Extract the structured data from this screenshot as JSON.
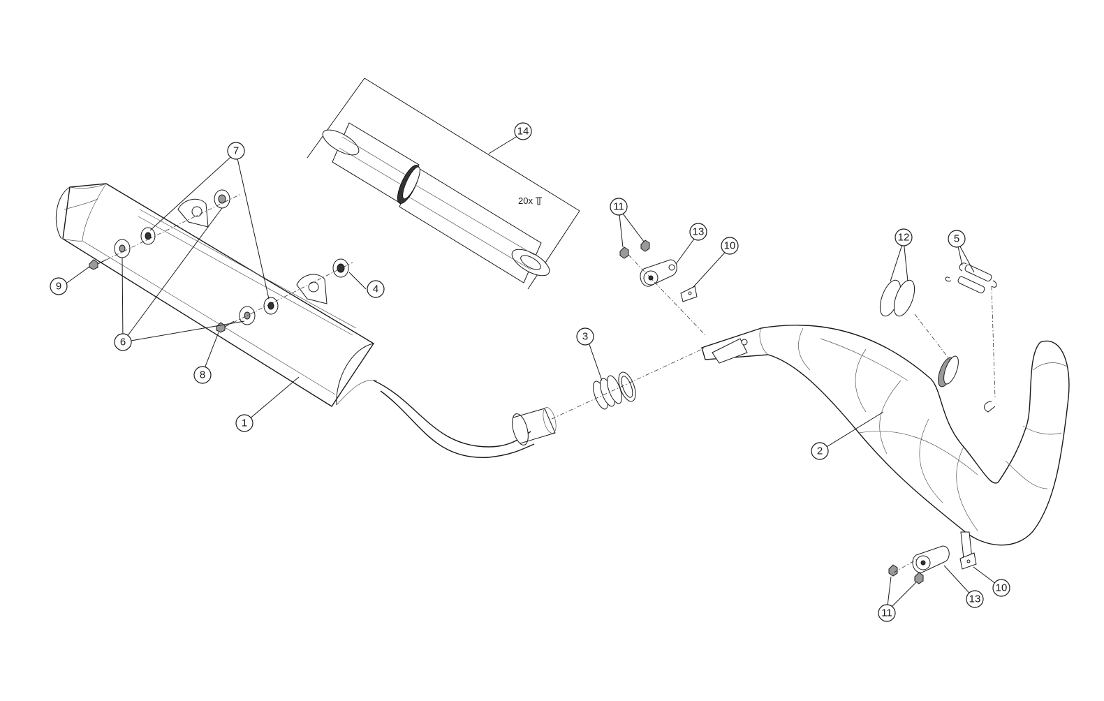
{
  "callouts": {
    "c1": "1",
    "c2": "2",
    "c3": "3",
    "c4": "4",
    "c5": "5",
    "c6": "6",
    "c7": "7",
    "c8": "8",
    "c9": "9",
    "c10a": "10",
    "c10b": "10",
    "c11a": "11",
    "c11b": "11",
    "c12": "12",
    "c13a": "13",
    "c13b": "13",
    "c14": "14"
  },
  "kit_note": "20x"
}
